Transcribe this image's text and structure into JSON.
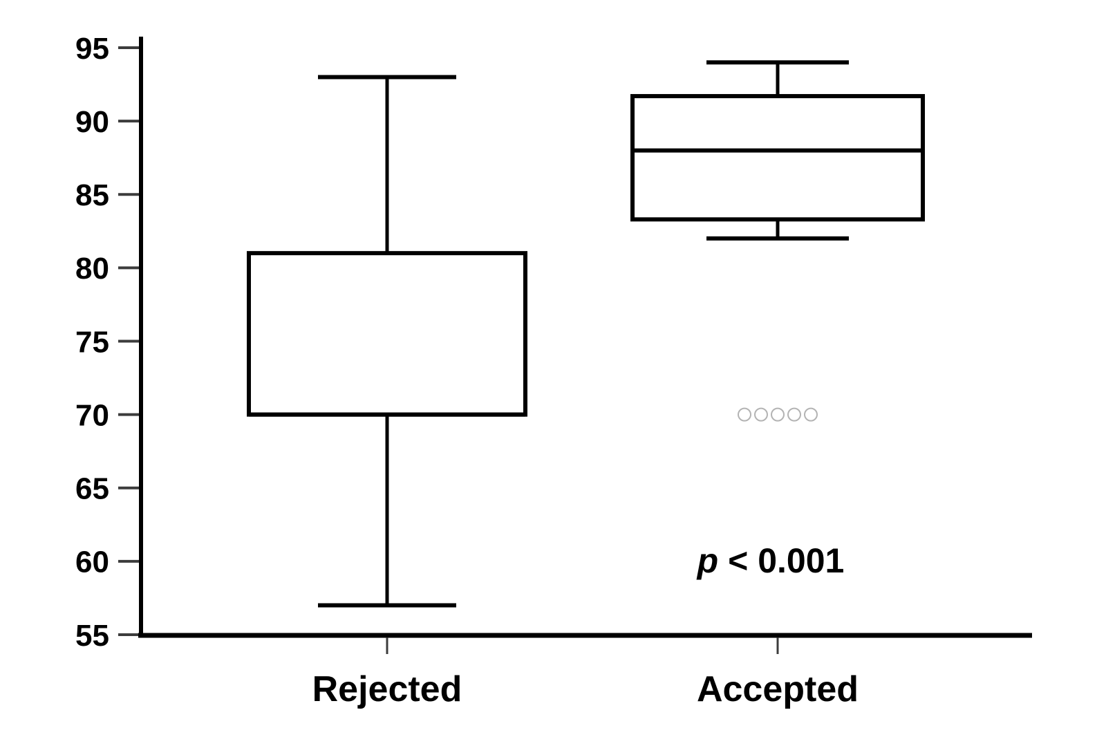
{
  "chart_data": {
    "type": "boxplot",
    "title": "",
    "xlabel": "",
    "ylabel": "",
    "ylim": [
      55,
      95
    ],
    "yticks": [
      95,
      90,
      85,
      80,
      75,
      70,
      65,
      60,
      55
    ],
    "grid": false,
    "legend": "none",
    "categories": [
      "Rejected",
      "Accepted"
    ],
    "series": [
      {
        "name": "Rejected",
        "whisker_low": 57,
        "q1": 70,
        "median": 70,
        "q3": 81,
        "whisker_high": 93,
        "outliers": []
      },
      {
        "name": "Accepted",
        "whisker_low": 82,
        "q1": 83.3,
        "median": 88,
        "q3": 91.7,
        "whisker_high": 94,
        "outliers": [
          70,
          70,
          70,
          70,
          70
        ]
      }
    ],
    "annotation": {
      "full": "p < 0.001",
      "italic_part": "p",
      "rest_part": " < 0.001"
    },
    "colors": {
      "axis": "#000000",
      "tick": "#3c3c3c",
      "text": "#000000",
      "box_stroke": "#000000",
      "box_fill": "#ffffff",
      "outlier_stroke": "#b3b3b3",
      "background": "#ffffff"
    }
  }
}
